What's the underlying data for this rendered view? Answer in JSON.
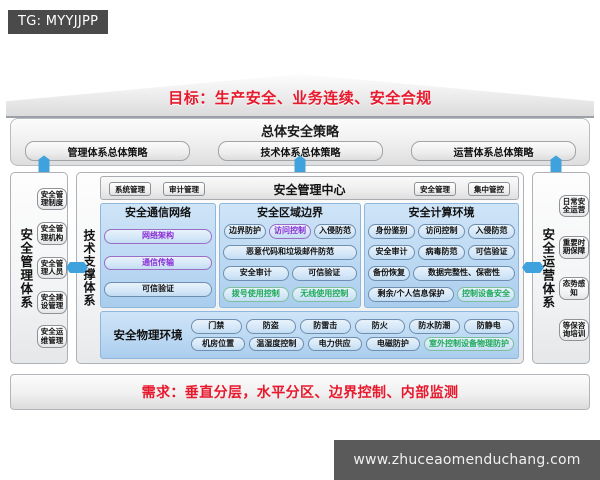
{
  "badge": {
    "label": "TG: MYYJJPP"
  },
  "watermark": {
    "text": "www.zhuceaomenduchang.com"
  },
  "roof": {
    "goal_text": "目标：生产安全、业务连续、安全合规"
  },
  "strategy": {
    "title": "总体安全策略",
    "items": [
      {
        "label": "管理体系总体策略"
      },
      {
        "label": "技术体系总体策略"
      },
      {
        "label": "运营体系总体策略"
      }
    ]
  },
  "management_system": {
    "vertical_label": "安全管理体系",
    "items": [
      {
        "label": "安全管理制度"
      },
      {
        "label": "安全管理机构"
      },
      {
        "label": "安全管理人员"
      },
      {
        "label": "安全建设管理"
      },
      {
        "label": "安全运维管理"
      }
    ]
  },
  "operation_system": {
    "vertical_label": "安全运营体系",
    "items": [
      {
        "label": "日常安全运营"
      },
      {
        "label": "重要时期保障"
      },
      {
        "label": "态势感知"
      },
      {
        "label": "等保咨询培训"
      }
    ]
  },
  "technical_system": {
    "vertical_label": "技术支撑体系",
    "management_center": {
      "title": "安全管理中心",
      "left_chips": [
        {
          "label": "系统管理"
        },
        {
          "label": "审计管理"
        }
      ],
      "right_chips": [
        {
          "label": "安全管理"
        },
        {
          "label": "集中管控"
        }
      ]
    },
    "panels": [
      {
        "title": "安全通信网络",
        "rows": [
          [
            {
              "label": "网络架构",
              "color": "purple"
            }
          ],
          [
            {
              "label": "通信传输",
              "color": "purple"
            }
          ],
          [
            {
              "label": "可信验证",
              "color": "normal"
            }
          ]
        ]
      },
      {
        "title": "安全区域边界",
        "rows": [
          [
            {
              "label": "边界防护",
              "color": "normal"
            },
            {
              "label": "访问控制",
              "color": "purple"
            },
            {
              "label": "入侵防范",
              "color": "normal"
            }
          ],
          [
            {
              "label": "恶意代码和垃圾邮件防范",
              "color": "normal"
            }
          ],
          [
            {
              "label": "安全审计",
              "color": "normal"
            },
            {
              "label": "可信验证",
              "color": "normal"
            }
          ],
          [
            {
              "label": "拨号使用控制",
              "color": "green"
            },
            {
              "label": "无线使用控制",
              "color": "green"
            }
          ]
        ]
      },
      {
        "title": "安全计算环境",
        "rows": [
          [
            {
              "label": "身份鉴别",
              "color": "normal"
            },
            {
              "label": "访问控制",
              "color": "normal"
            },
            {
              "label": "入侵防范",
              "color": "normal"
            }
          ],
          [
            {
              "label": "安全审计",
              "color": "normal"
            },
            {
              "label": "病毒防范",
              "color": "normal"
            },
            {
              "label": "可信验证",
              "color": "normal"
            }
          ],
          [
            {
              "label": "备份恢复",
              "color": "normal"
            },
            {
              "label": "数据完整性、保密性",
              "color": "normal"
            }
          ],
          [
            {
              "label": "剩余/个人信息保护",
              "color": "normal"
            },
            {
              "label": "控制设备安全",
              "color": "green"
            }
          ]
        ]
      }
    ],
    "physical": {
      "title": "安全物理环境",
      "rows": [
        [
          {
            "label": "门禁",
            "color": "normal"
          },
          {
            "label": "防盗",
            "color": "normal"
          },
          {
            "label": "防雷击",
            "color": "normal"
          },
          {
            "label": "防火",
            "color": "normal"
          },
          {
            "label": "防水防潮",
            "color": "normal"
          },
          {
            "label": "防静电",
            "color": "normal"
          }
        ],
        [
          {
            "label": "机房位置",
            "color": "normal"
          },
          {
            "label": "温湿度控制",
            "color": "normal"
          },
          {
            "label": "电力供应",
            "color": "normal"
          },
          {
            "label": "电磁防护",
            "color": "normal"
          },
          {
            "label": "室外控制设备物理防护",
            "color": "green"
          }
        ]
      ]
    }
  },
  "requirement": {
    "text": "需求：垂直分层，水平分区、边界控制、内部监测"
  },
  "colors": {
    "accent_red": "#e8192c",
    "panel_blue": "#bcd9f3",
    "purple": "#8a2fd6",
    "green": "#1faa59",
    "connector_blue": "#3fa2dc"
  }
}
